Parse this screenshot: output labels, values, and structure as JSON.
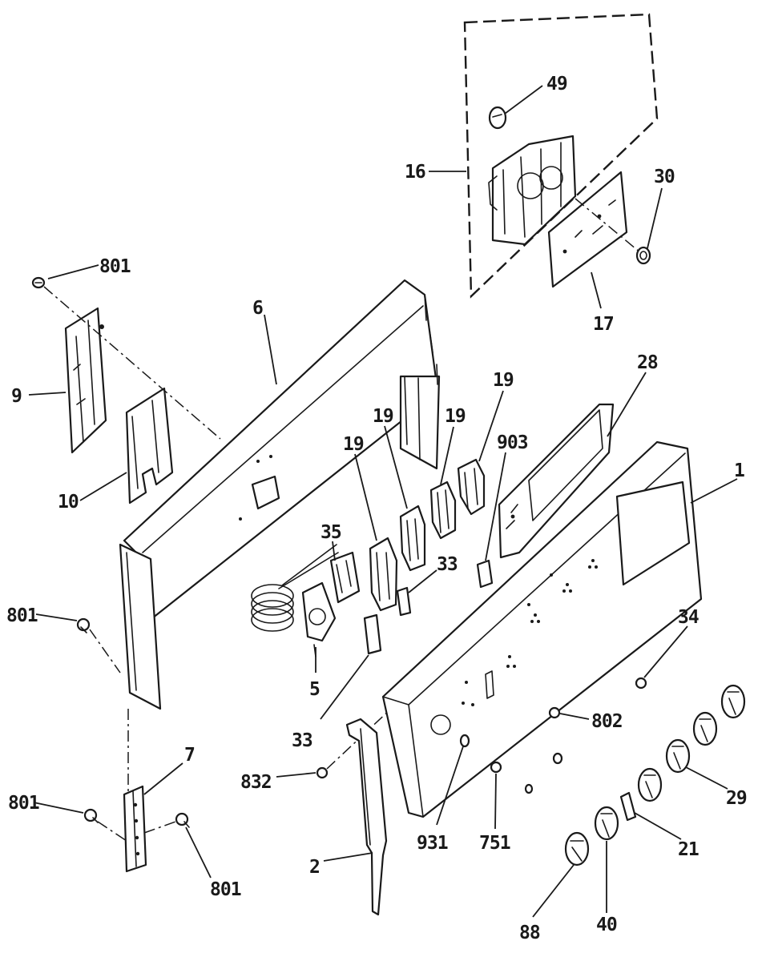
{
  "callouts": [
    {
      "id": "c-801-a",
      "label": "801",
      "part": "screw"
    },
    {
      "id": "c-9",
      "label": "9",
      "part": "end-bracket-left"
    },
    {
      "id": "c-10",
      "label": "10",
      "part": "inner-bracket"
    },
    {
      "id": "c-6",
      "label": "6",
      "part": "backguard-rear-panel"
    },
    {
      "id": "c-801-b",
      "label": "801",
      "part": "screw"
    },
    {
      "id": "c-7",
      "label": "7",
      "part": "mounting-bracket"
    },
    {
      "id": "c-801-c",
      "label": "801",
      "part": "screw"
    },
    {
      "id": "c-801-d",
      "label": "801",
      "part": "screw"
    },
    {
      "id": "c-35",
      "label": "35",
      "part": "wiring-harness"
    },
    {
      "id": "c-5",
      "label": "5",
      "part": "oven-thermostat"
    },
    {
      "id": "c-33-a",
      "label": "33",
      "part": "switch"
    },
    {
      "id": "c-33-b",
      "label": "33",
      "part": "switch"
    },
    {
      "id": "c-832",
      "label": "832",
      "part": "screw"
    },
    {
      "id": "c-2",
      "label": "2",
      "part": "end-trim"
    },
    {
      "id": "c-931",
      "label": "931",
      "part": "screw"
    },
    {
      "id": "c-751",
      "label": "751",
      "part": "screw"
    },
    {
      "id": "c-19-a",
      "label": "19",
      "part": "infinite-switch"
    },
    {
      "id": "c-19-b",
      "label": "19",
      "part": "infinite-switch"
    },
    {
      "id": "c-19-c",
      "label": "19",
      "part": "infinite-switch"
    },
    {
      "id": "c-19-d",
      "label": "19",
      "part": "infinite-switch"
    },
    {
      "id": "c-903",
      "label": "903",
      "part": "lamp-socket"
    },
    {
      "id": "c-28",
      "label": "28",
      "part": "lens-window"
    },
    {
      "id": "c-1",
      "label": "1",
      "part": "control-panel"
    },
    {
      "id": "c-34",
      "label": "34",
      "part": "nut"
    },
    {
      "id": "c-802",
      "label": "802",
      "part": "screw"
    },
    {
      "id": "c-29",
      "label": "29",
      "part": "knob"
    },
    {
      "id": "c-21",
      "label": "21",
      "part": "clip"
    },
    {
      "id": "c-40",
      "label": "40",
      "part": "knob"
    },
    {
      "id": "c-88",
      "label": "88",
      "part": "knob"
    },
    {
      "id": "c-49",
      "label": "49",
      "part": "clock-knob"
    },
    {
      "id": "c-16",
      "label": "16",
      "part": "clock-timer"
    },
    {
      "id": "c-30",
      "label": "30",
      "part": "knob"
    },
    {
      "id": "c-17",
      "label": "17",
      "part": "clock-overlay"
    }
  ]
}
